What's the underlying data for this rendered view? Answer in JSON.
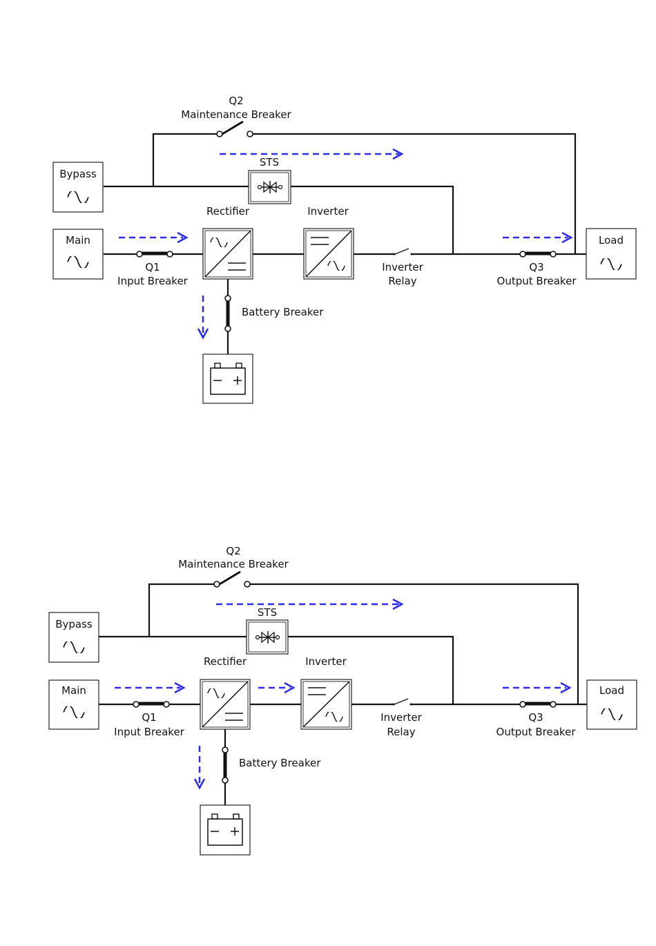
{
  "diagrams": [
    {
      "q2": "Q2",
      "maintenance_breaker": "Maintenance Breaker",
      "sts": "STS",
      "bypass": "Bypass",
      "main": "Main",
      "rectifier": "Rectifier",
      "inverter": "Inverter",
      "q1": "Q1",
      "input_breaker": "Input Breaker",
      "inverter_relay_1": "Inverter",
      "inverter_relay_2": "Relay",
      "q3": "Q3",
      "output_breaker": "Output Breaker",
      "load": "Load",
      "battery_breaker": "Battery Breaker"
    },
    {
      "q2": "Q2",
      "maintenance_breaker": "Maintenance Breaker",
      "sts": "STS",
      "bypass": "Bypass",
      "main": "Main",
      "rectifier": "Rectifier",
      "inverter": "Inverter",
      "q1": "Q1",
      "input_breaker": "Input Breaker",
      "inverter_relay_1": "Inverter",
      "inverter_relay_2": "Relay",
      "q3": "Q3",
      "output_breaker": "Output Breaker",
      "load": "Load",
      "battery_breaker": "Battery Breaker"
    }
  ],
  "colors": {
    "power_flow": "#2a2af0",
    "wire": "#111111"
  }
}
